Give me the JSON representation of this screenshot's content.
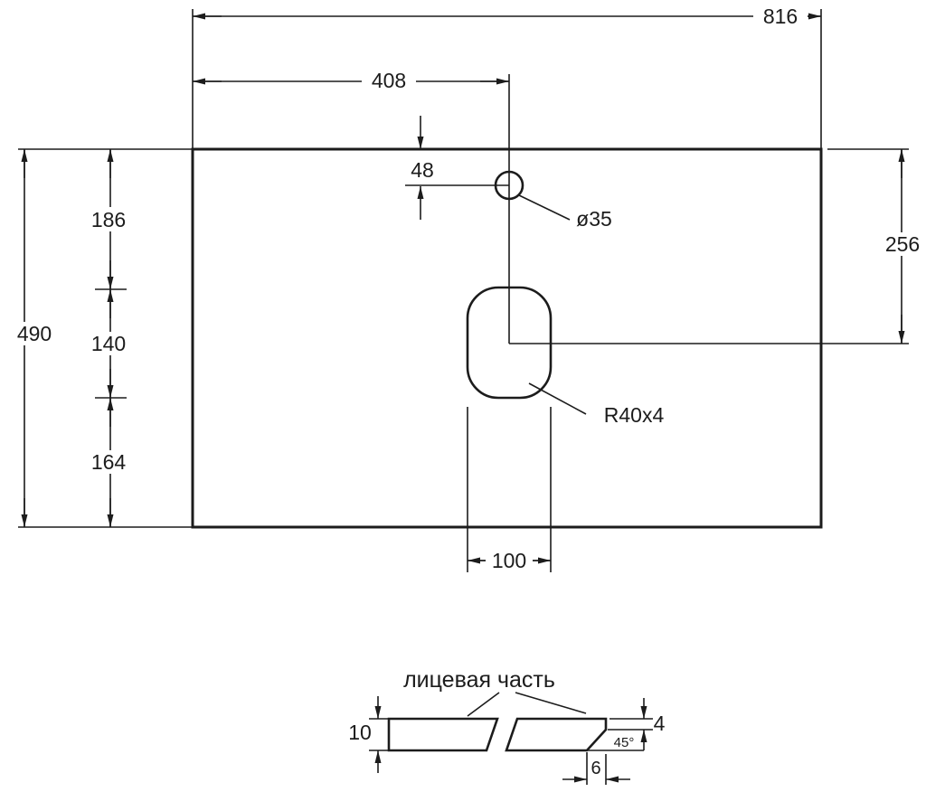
{
  "plan_view": {
    "dims": {
      "total_width": "816",
      "half_width": "408",
      "hole_offset": "48",
      "hole_diameter": "ø35",
      "right_offset": "256",
      "left_top": "186",
      "left_middle": "140",
      "left_bottom": "164",
      "total_depth": "490",
      "cutout_label": "R40x4",
      "cutout_width": "100"
    }
  },
  "section_view": {
    "label": "лицевая часть",
    "dims": {
      "thickness": "10",
      "chamfer_height": "4",
      "chamfer_angle": "45°",
      "chamfer_width": "6"
    }
  },
  "colors": {
    "line": "#1c1c1c",
    "background": "#ffffff"
  }
}
